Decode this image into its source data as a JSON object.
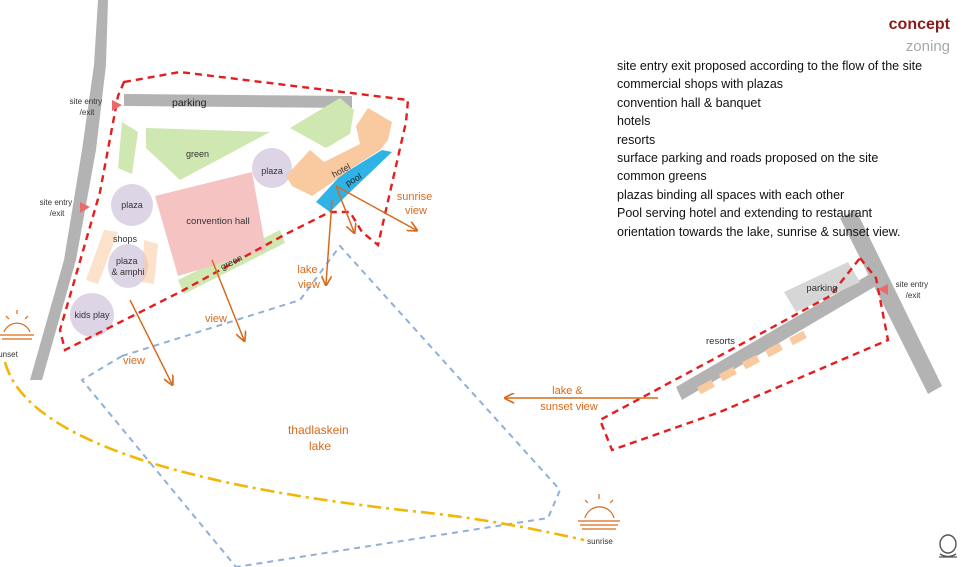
{
  "header": {
    "title": "concept",
    "subtitle": "zoning"
  },
  "notes": [
    "site entry exit proposed according to the flow of the site",
    "commercial shops with plazas",
    "convention hall & banquet",
    "hotels",
    "resorts",
    "surface parking and roads proposed on the site",
    "common greens",
    "plazas binding all spaces with each other",
    "Pool serving hotel and extending to restaurant",
    "orientation towards the lake, sunrise & sunset view."
  ],
  "map": {
    "parking_top": "parking",
    "entry_top": [
      "site entry",
      "/exit"
    ],
    "entry_mid": [
      "site entry",
      "/exit"
    ],
    "entry_right": [
      "site entry",
      "/exit"
    ],
    "green_top": "green",
    "green_bottom": "green",
    "plaza_left": "plaza",
    "plaza_top": "plaza",
    "shops": "shops",
    "plaza_amphi": [
      "plaza",
      "& amphi"
    ],
    "kids_play": "kids play",
    "convention_hall": "convention hall",
    "hotel": "hotel",
    "pool": "pool",
    "sunrise_view": [
      "sunrise",
      "view"
    ],
    "lake_view": [
      "lake",
      "view"
    ],
    "view_1": "view",
    "view_2": "view",
    "lake_name": [
      "thadlaskein",
      "lake"
    ],
    "lake_sunset_view": [
      "lake &",
      "sunset view"
    ],
    "parking_right": "parking",
    "resorts": "resorts",
    "sunset_label": "sunset",
    "sunrise_label": "sunrise"
  },
  "colors": {
    "boundary": "#e41e1e",
    "road": "#b3b3b3",
    "green": "#cfe7b1",
    "plaza": "#ddd5e6",
    "convention": "#f6c3c3",
    "hotel": "#f9c9a0",
    "pool": "#2fb2e6",
    "arrow": "#d96a1b",
    "lake_outline": "#8fb0d9",
    "sun_path": "#f2b705",
    "title": "#8b1a1a"
  },
  "icons": [
    "sunset-icon",
    "sunrise-icon",
    "entry-marker-icon",
    "logo-icon"
  ]
}
